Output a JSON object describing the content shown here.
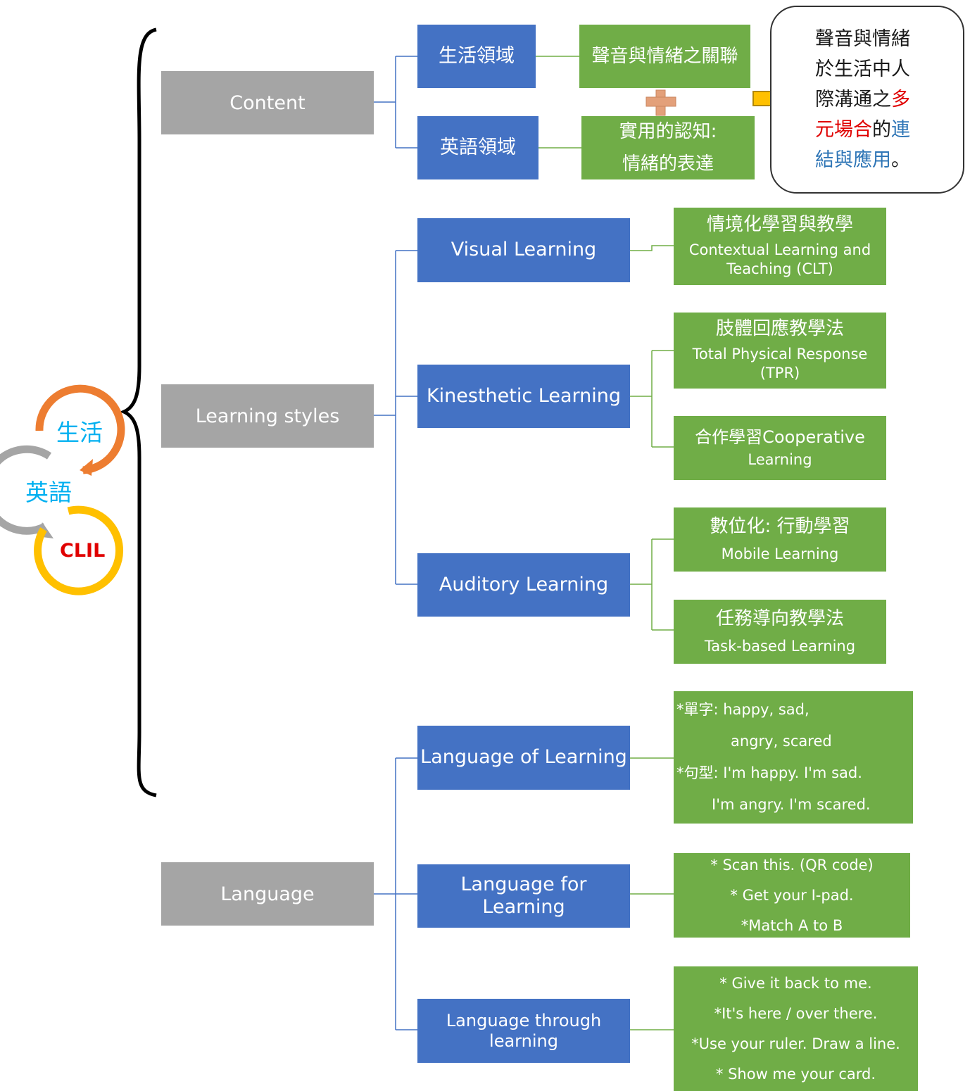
{
  "content": {
    "label": "Content",
    "life_domain": "生活領域",
    "english_domain": "英語領域",
    "sound_emotion": "聲音與情緒之關聯",
    "practical_1": "實用的認知:",
    "practical_2": "情緒的表達"
  },
  "summary": {
    "l1": "聲音與情緒",
    "l2_a": "於",
    "l2_b": "生活中人",
    "l3_a": "際溝通之",
    "l3_b": "多",
    "l4_a": "元場合",
    "l4_b": "的",
    "l4_c": "連",
    "l5_a": "結與應用",
    "l5_b": "。"
  },
  "learning_styles": {
    "label": "Learning styles",
    "visual": "Visual  Learning",
    "kinesthetic": "Kinesthetic  Learning",
    "auditory": "Auditory Learning",
    "clt_zh": "情境化學習與教學",
    "clt_en1": "Contextual Learning and",
    "clt_en2": "Teaching (CLT)",
    "tpr_zh": "肢體回應教學法",
    "tpr_en1": "Total Physical Response",
    "tpr_en2": "(TPR)",
    "coop_1": "合作學習Cooperative",
    "coop_2": "Learning",
    "mobile_zh": "數位化: 行動學習",
    "mobile_en": "Mobile Learning",
    "task_zh": "任務導向教學法",
    "task_en": "Task-based Learning"
  },
  "language": {
    "label": "Language",
    "of_learning": "Language of Learning",
    "for_learning_1": "Language for",
    "for_learning_2": "Learning",
    "through_1": "Language through",
    "through_2": "learning",
    "of_items": [
      "*單字: happy, sad,",
      "angry, scared",
      "*句型: I'm happy. I'm sad.",
      "I'm angry. I'm scared."
    ],
    "for_items": [
      "* Scan this. (QR code)",
      "* Get your I-pad.",
      "*Match A to B"
    ],
    "through_items": [
      "* Give it back to me.",
      "*It's here / over there.",
      "*Use your ruler. Draw a line.",
      "* Show me your card."
    ]
  },
  "cycle": {
    "life": "生活",
    "english": "英語",
    "clil": "CLIL"
  },
  "colors": {
    "blue": "#4472c4",
    "green": "#70ad47",
    "gray": "#a5a5a5",
    "orange": "#ed7d31",
    "yellow": "#ffc000",
    "cyan": "#00b0f0",
    "red": "#e00000"
  }
}
